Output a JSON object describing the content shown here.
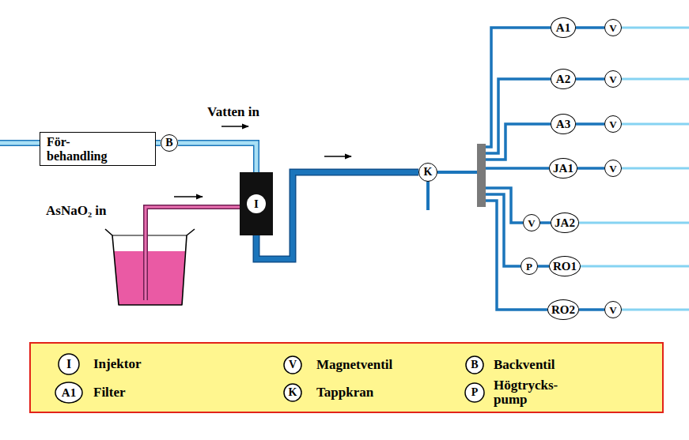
{
  "diagram": {
    "nodes": [
      {
        "text": [
          "För- behandling"
        ]
      },
      {
        "text": [
          "B"
        ]
      },
      {
        "text": [
          "I"
        ]
      },
      {
        "text": [
          "K"
        ]
      },
      {
        "text": [
          "A1"
        ]
      },
      {
        "text": [
          "V"
        ]
      },
      {
        "text": [
          "A2"
        ]
      },
      {
        "text": [
          "V"
        ]
      },
      {
        "text": [
          "A3"
        ]
      },
      {
        "text": [
          "V"
        ]
      },
      {
        "text": [
          "JA1"
        ]
      },
      {
        "text": [
          "V"
        ]
      },
      {
        "text": [
          "V"
        ]
      },
      {
        "text": [
          "JA2"
        ]
      },
      {
        "text": [
          "P"
        ]
      },
      {
        "text": [
          "RO1"
        ]
      },
      {
        "text": [
          "RO2"
        ]
      },
      {
        "text": [
          "V"
        ]
      }
    ],
    "edges": [
      {
        "from": 0,
        "to": 1,
        "arrow": "none"
      },
      {
        "from": 1,
        "to": 2,
        "arrow": "none"
      },
      {
        "from": 2,
        "to": 3,
        "arrow": "none"
      },
      {
        "from": 3,
        "to": 4,
        "arrow": "none"
      },
      {
        "from": 3,
        "to": 6,
        "arrow": "none"
      },
      {
        "from": 3,
        "to": 8,
        "arrow": "none"
      },
      {
        "from": 3,
        "to": 10,
        "arrow": "none"
      },
      {
        "from": 3,
        "to": 12,
        "arrow": "none"
      },
      {
        "from": 3,
        "to": 14,
        "arrow": "none"
      },
      {
        "from": 3,
        "to": 16,
        "arrow": "none"
      },
      {
        "from": 4,
        "to": 5,
        "arrow": "none"
      },
      {
        "from": 6,
        "to": 7,
        "arrow": "none"
      },
      {
        "from": 8,
        "to": 9,
        "arrow": "none"
      },
      {
        "from": 10,
        "to": 11,
        "arrow": "none"
      },
      {
        "from": 12,
        "to": 13,
        "arrow": "none"
      },
      {
        "from": 14,
        "to": 15,
        "arrow": "none"
      },
      {
        "from": 16,
        "to": 17,
        "arrow": "none"
      }
    ],
    "labels": [
      "Vatten in",
      "AsNaO₂ in",
      "I",
      "V",
      "B",
      "A1",
      "K",
      "P"
    ],
    "legend": [
      {
        "text": "Injektor"
      },
      {
        "text": "Magnetventil"
      },
      {
        "text": "Backventil"
      },
      {
        "text": "Filter"
      },
      {
        "text": "Tappkran"
      },
      {
        "text": "Högtrycks- pump"
      }
    ]
  }
}
